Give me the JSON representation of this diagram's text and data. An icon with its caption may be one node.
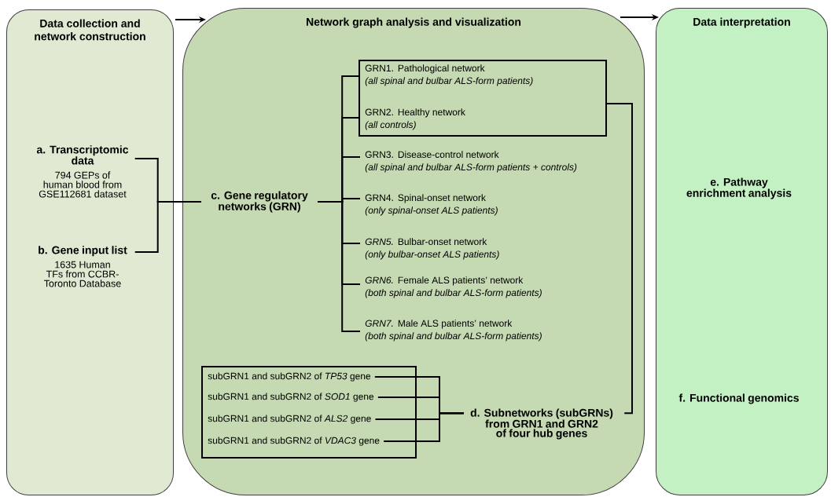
{
  "diagram": {
    "nodes": [
      {
        "text": [
          "Data collection and network construction"
        ]
      },
      {
        "text": [
          "Network graph analysis and visualization"
        ]
      },
      {
        "text": [
          "Data interpretation"
        ]
      },
      {
        "text": [
          "a. Transcriptomic data",
          "794 GEPs of human blood from GSE112681 dataset"
        ],
        "in": 0
      },
      {
        "text": [
          "b. Gene input list",
          "1635 Human TFs from CCBR-Toronto Database"
        ],
        "in": 0
      },
      {
        "text": [
          "c. Gene regulatory networks (GRN)"
        ],
        "in": 1
      },
      {
        "text": [],
        "shape": "box",
        "in": 1
      },
      {
        "text": [
          "GRN1. Pathological network",
          "(all spinal and bulbar ALS-form patients)"
        ],
        "in": 6
      },
      {
        "text": [
          "GRN2. Healthy network",
          "(all controls)"
        ],
        "in": 6
      },
      {
        "text": [
          "GRN3. Disease-control network",
          "(all spinal and bulbar ALS-form patients + controls)"
        ],
        "in": 1
      },
      {
        "text": [
          "GRN4. Spinal-onset network",
          "(only spinal-onset ALS patients)"
        ],
        "in": 1
      },
      {
        "text": [
          "*GRN5.* Bulbar-onset network",
          "(only bulbar-onset ALS patients)"
        ],
        "in": 1
      },
      {
        "text": [
          "*GRN6.* Female ALS patients’ network",
          "(both spinal and bulbar ALS-form patients)"
        ],
        "in": 1
      },
      {
        "text": [
          "*GRN7.* Male ALS patients’ network",
          "(both spinal and bulbar ALS-form patients)"
        ],
        "in": 1
      },
      {
        "text": [],
        "shape": "box",
        "in": 1
      },
      {
        "text": [
          "subGRN1 and subGRN2 of *TP53* gene"
        ],
        "in": 14
      },
      {
        "text": [
          "subGRN1 and subGRN2 of *SOD1* gene"
        ],
        "in": 14
      },
      {
        "text": [
          "subGRN1 and subGRN2 of *ALS2* gene"
        ],
        "in": 14
      },
      {
        "text": [
          "subGRN1 and subGRN2 of *VDAC3* gene"
        ],
        "in": 14
      },
      {
        "text": [
          "d. Subnetworks (subGRNs) from GRN1 and GRN2 of four hub genes"
        ],
        "in": 1
      },
      {
        "text": [
          "e. Pathway enrichment analysis"
        ],
        "in": 2
      },
      {
        "text": [
          "f. Functional genomics"
        ],
        "in": 2
      }
    ],
    "edges": [
      {
        "from": 0,
        "to": 1,
        "arrow": "to"
      },
      {
        "from": 1,
        "to": 2,
        "arrow": "to"
      },
      {
        "from": 3,
        "to": 5,
        "arrow": "none"
      },
      {
        "from": 4,
        "to": 5,
        "arrow": "none"
      },
      {
        "from": 5,
        "to": 7,
        "arrow": "none"
      },
      {
        "from": 5,
        "to": 8,
        "arrow": "none"
      },
      {
        "from": 5,
        "to": 9,
        "arrow": "none"
      },
      {
        "from": 5,
        "to": 10,
        "arrow": "none"
      },
      {
        "from": 5,
        "to": 11,
        "arrow": "none"
      },
      {
        "from": 5,
        "to": 12,
        "arrow": "none"
      },
      {
        "from": 5,
        "to": 13,
        "arrow": "none"
      },
      {
        "from": 6,
        "to": 19,
        "arrow": "none"
      },
      {
        "from": 15,
        "to": 19,
        "arrow": "none"
      },
      {
        "from": 16,
        "to": 19,
        "arrow": "none"
      },
      {
        "from": 17,
        "to": 19,
        "arrow": "none"
      },
      {
        "from": 18,
        "to": 19,
        "arrow": "none"
      }
    ]
  }
}
